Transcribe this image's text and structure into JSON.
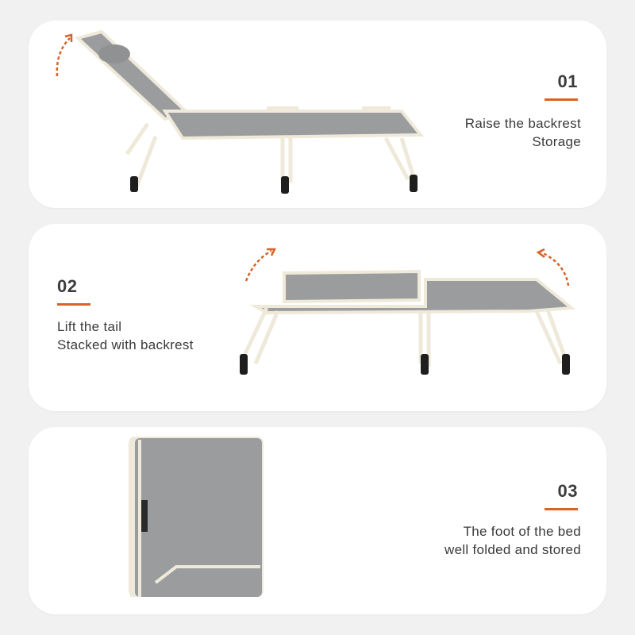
{
  "steps": [
    {
      "number": "01",
      "lines": [
        "Raise the backrest",
        "Storage"
      ]
    },
    {
      "number": "02",
      "lines": [
        "Lift the tail",
        "Stacked with backrest"
      ]
    },
    {
      "number": "03",
      "lines": [
        "The foot of the bed",
        "well folded and stored"
      ]
    }
  ],
  "colors": {
    "accent": "#d4642a",
    "fabric": "#9a9c9e",
    "frame": "#efe9da",
    "foot": "#1e1e1e"
  }
}
